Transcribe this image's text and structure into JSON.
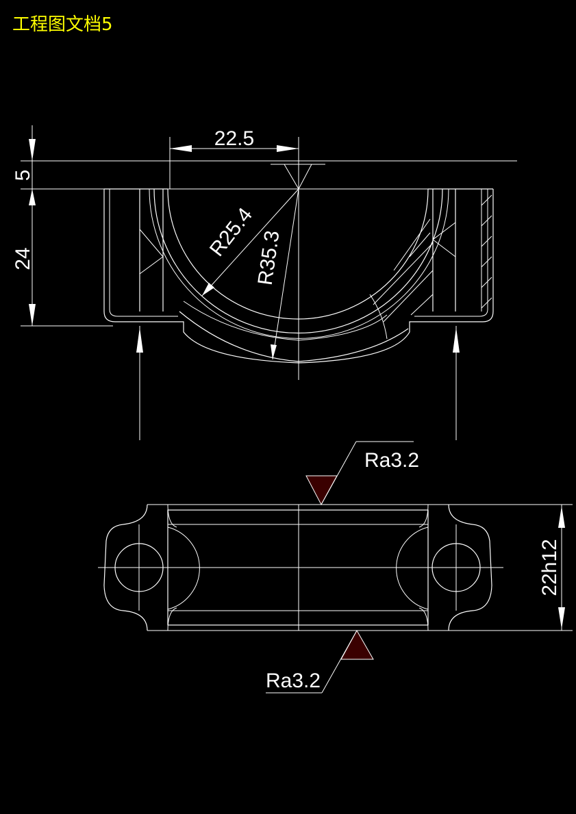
{
  "title": "工程图文档5",
  "dimensions": {
    "top_width": "22.5",
    "offset_height": "5",
    "body_height": "24",
    "inner_radius": "R25.4",
    "outer_radius": "R35.3",
    "thickness": "22h12"
  },
  "roughness": {
    "top": "Ra3.2",
    "bottom": "Ra3.2"
  },
  "colors": {
    "background": "#000000",
    "title": "#ffff00",
    "lines": "#ffffff",
    "roughness_symbol": "#3a0000"
  }
}
